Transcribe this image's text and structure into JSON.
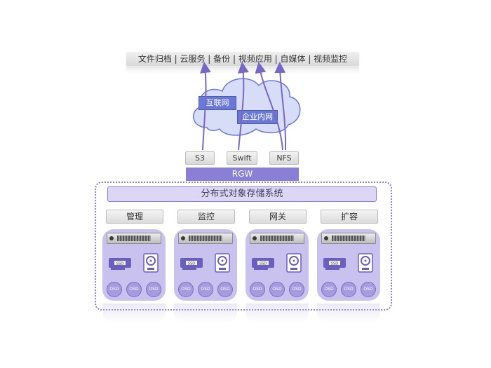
{
  "top_bar": {
    "text": "文件归档 | 云服务 | 备份 | 视频应用 | 自媒体 | 视频监控"
  },
  "cloud": {
    "internet_label": "互联网",
    "intranet_label": "企业内网"
  },
  "protocols": [
    {
      "label": "S3"
    },
    {
      "label": "Swift"
    },
    {
      "label": "NFS"
    }
  ],
  "gateway": {
    "label": "RGW"
  },
  "storage_system": {
    "title": "分布式对象存储系统"
  },
  "nodes": [
    {
      "label": "管理",
      "osd_labels": [
        "OSD",
        "OSD",
        "OSD"
      ]
    },
    {
      "label": "监控",
      "osd_labels": [
        "OSD",
        "OSD",
        "OSD"
      ]
    },
    {
      "label": "网关",
      "osd_labels": [
        "OSD",
        "OSD",
        "OSD"
      ]
    },
    {
      "label": "扩容",
      "osd_labels": [
        "OSD",
        "OSD",
        "OSD"
      ]
    }
  ],
  "colors": {
    "accent": "#8a7fd6",
    "cloud_fill": "#d7dcf7",
    "cloud_stroke": "#6a78d6",
    "server_fill": "#c9c1ee",
    "arrow": "#7868c6"
  }
}
